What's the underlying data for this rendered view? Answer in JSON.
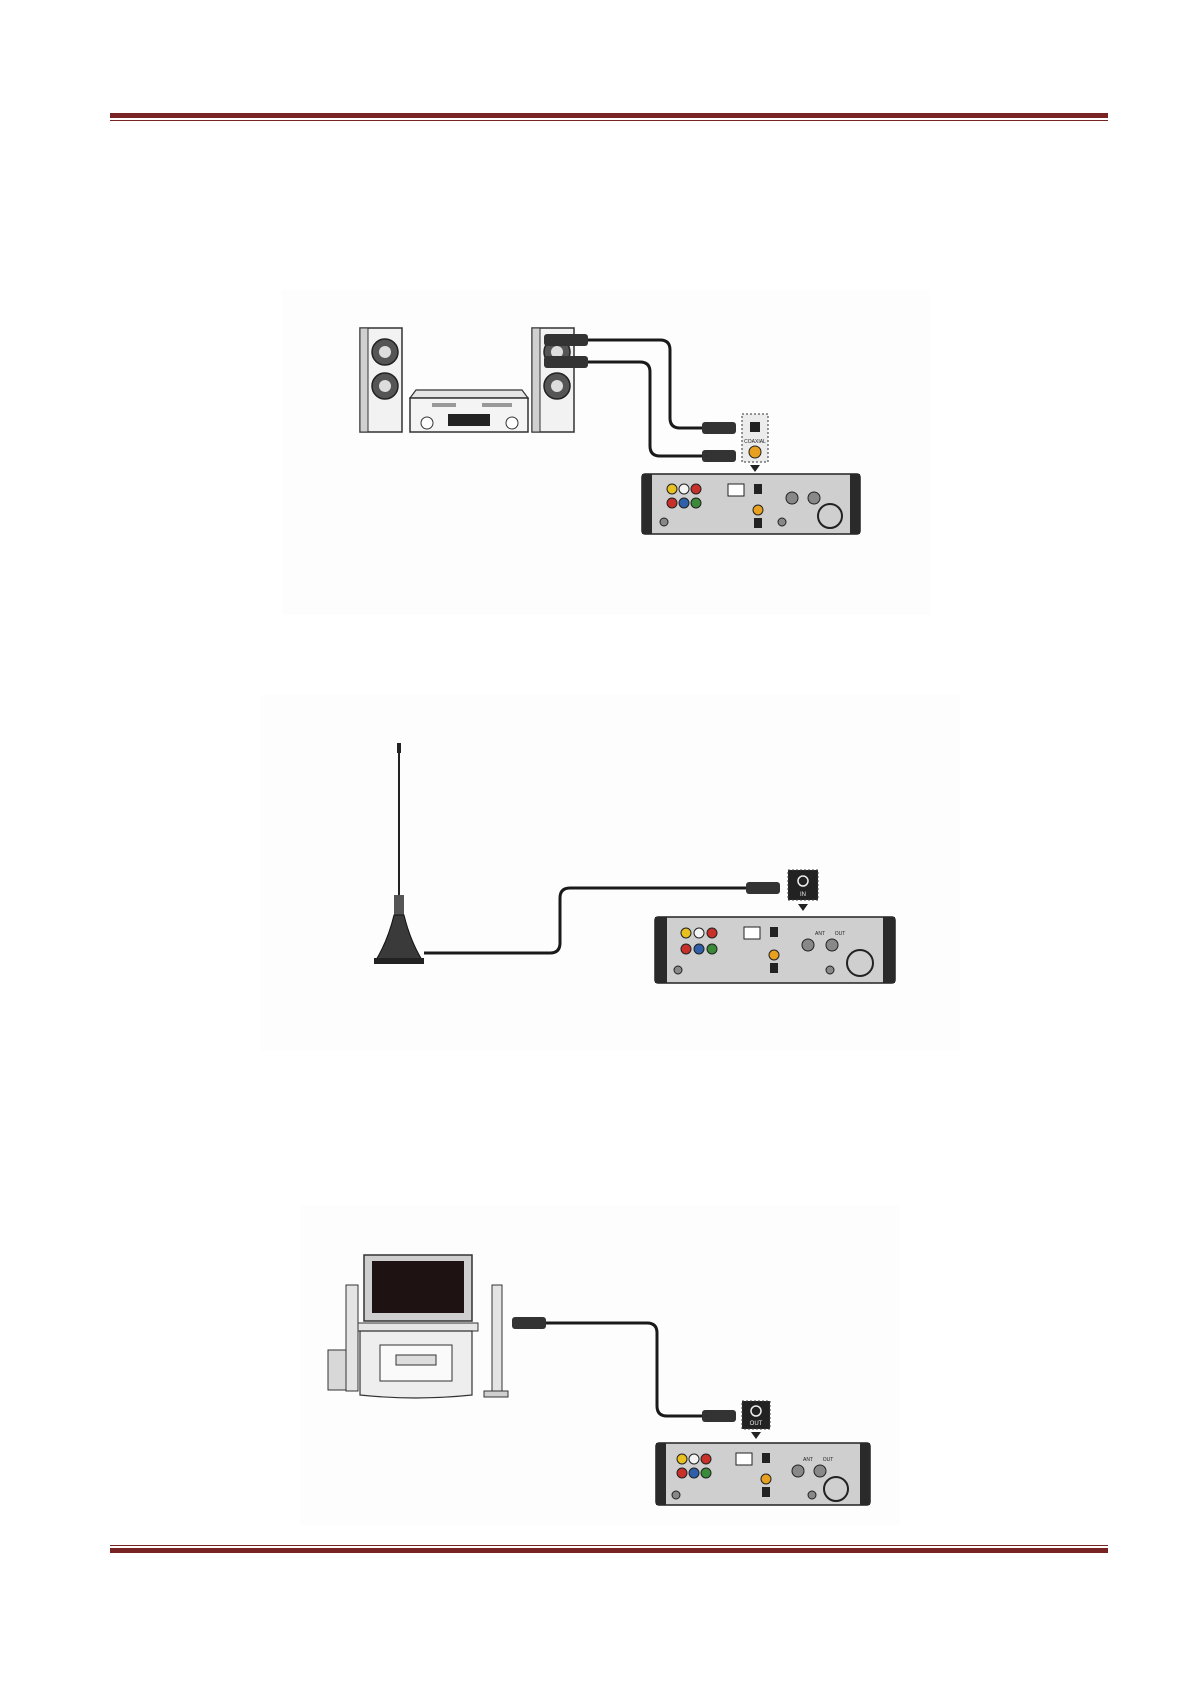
{
  "diagrams": [
    {
      "id": "amplifier-connection",
      "port_callouts": [
        "COAXIAL"
      ]
    },
    {
      "id": "antenna-connection",
      "port_callouts": [
        "IN"
      ],
      "device_port_labels": [
        "ANT",
        "OUT"
      ]
    },
    {
      "id": "tv-rf-connection",
      "port_callouts": [
        "OUT"
      ],
      "device_port_labels": [
        "ANT",
        "OUT"
      ]
    }
  ],
  "colors": {
    "rule": "#7a2325",
    "cable": "#1a1a1a",
    "device_body": "#d9d9d9",
    "device_dark": "#2a2a2a",
    "rca_yellow": "#e8c020",
    "rca_red": "#c8302a",
    "rca_green": "#3a8a3a",
    "rca_blue": "#2f5fa8"
  }
}
